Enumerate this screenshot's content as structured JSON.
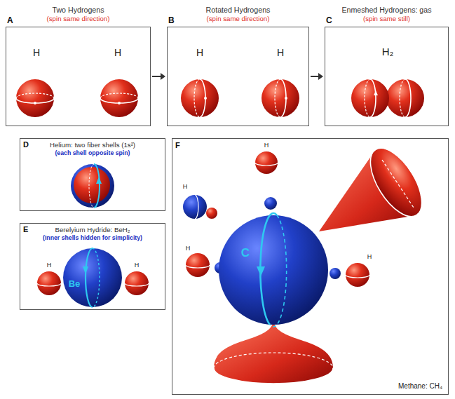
{
  "diagram": {
    "nodes": [
      {
        "text": [
          "Two Hydrogens",
          "(spin same direction)"
        ]
      },
      {
        "text": [
          "Rotated Hydrogens",
          "(spin same direction)"
        ]
      },
      {
        "text": [
          "Enmeshed Hydrogens: gas",
          "(spin same still)"
        ]
      },
      {
        "text": [
          "Helium: two fiber shells (1s²)",
          "(each shell opposite spin)"
        ]
      },
      {
        "text": [
          "Berelyium Hydride: BeH₂",
          "(Inner shells hidden for simplicity)"
        ]
      },
      {
        "text": [
          "Methane: CH₄"
        ]
      }
    ],
    "edges": [
      {
        "from": 0,
        "to": 1,
        "arrow": "to"
      },
      {
        "from": 1,
        "to": 2,
        "arrow": "to"
      }
    ],
    "labels": [
      "A",
      "B",
      "C",
      "D",
      "E",
      "F",
      "H",
      "H",
      "H",
      "H",
      "H₂",
      "H",
      "H",
      "Be",
      "H",
      "H",
      "H",
      "H",
      "C"
    ]
  }
}
